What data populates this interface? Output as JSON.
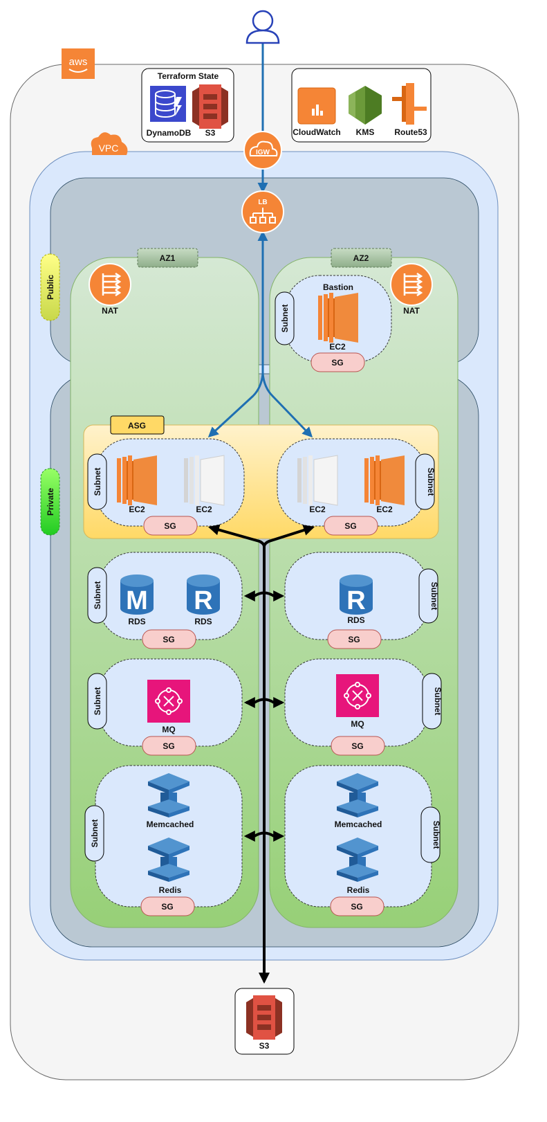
{
  "aws": {
    "badge": "aws"
  },
  "terraform": {
    "title": "Terraform State",
    "dynamodb": "DynamoDB",
    "s3": "S3"
  },
  "services": {
    "cloudwatch": "CloudWatch",
    "kms": "KMS",
    "route53": "Route53"
  },
  "vpc": {
    "label": "VPC"
  },
  "igw": {
    "label": "IGW"
  },
  "lb": {
    "label": "LB"
  },
  "zones": {
    "public": "Public",
    "private": "Private",
    "az1": "AZ1",
    "az2": "AZ2"
  },
  "nat": {
    "left": "NAT",
    "right": "NAT"
  },
  "bastion": {
    "title": "Bastion",
    "ec2": "EC2",
    "sg": "SG",
    "subnet": "Subnet"
  },
  "asg": {
    "label": "ASG",
    "left": {
      "subnet": "Subnet",
      "ec2_a": "EC2",
      "ec2_b": "EC2",
      "sg": "SG"
    },
    "right": {
      "subnet": "Subnet",
      "ec2_a": "EC2",
      "ec2_b": "EC2",
      "sg": "SG"
    }
  },
  "rds": {
    "left": {
      "subnet": "Subnet",
      "master_letter": "M",
      "replica_letter": "R",
      "master": "RDS",
      "replica": "RDS",
      "sg": "SG"
    },
    "right": {
      "subnet": "Subnet",
      "replica_letter": "R",
      "replica": "RDS",
      "sg": "SG"
    }
  },
  "mq": {
    "left": {
      "subnet": "Subnet",
      "label": "MQ",
      "sg": "SG"
    },
    "right": {
      "subnet": "Subnet",
      "label": "MQ",
      "sg": "SG"
    }
  },
  "cache": {
    "left": {
      "subnet": "Subnet",
      "memcached": "Memcached",
      "redis": "Redis",
      "sg": "SG"
    },
    "right": {
      "subnet": "Subnet",
      "memcached": "Memcached",
      "redis": "Redis",
      "sg": "SG"
    }
  },
  "s3_bottom": {
    "label": "S3"
  },
  "colors": {
    "aws_orange": "#f58536",
    "s3_red": "#e05243",
    "dynamodb_blue": "#3b48cc",
    "kms_green": "#6c9a3a",
    "rds_blue": "#2e73b8",
    "mq_pink": "#e7157b",
    "cache_blue": "#2e73b8",
    "traffic_blue": "#1f6fb2",
    "sg_pink": "#f8cecc",
    "subnet_blue": "#dae8fc",
    "az_green": "#d5e8d4",
    "vpc_blue": "#dae8fc",
    "asg_yellow": "#ffd966"
  }
}
